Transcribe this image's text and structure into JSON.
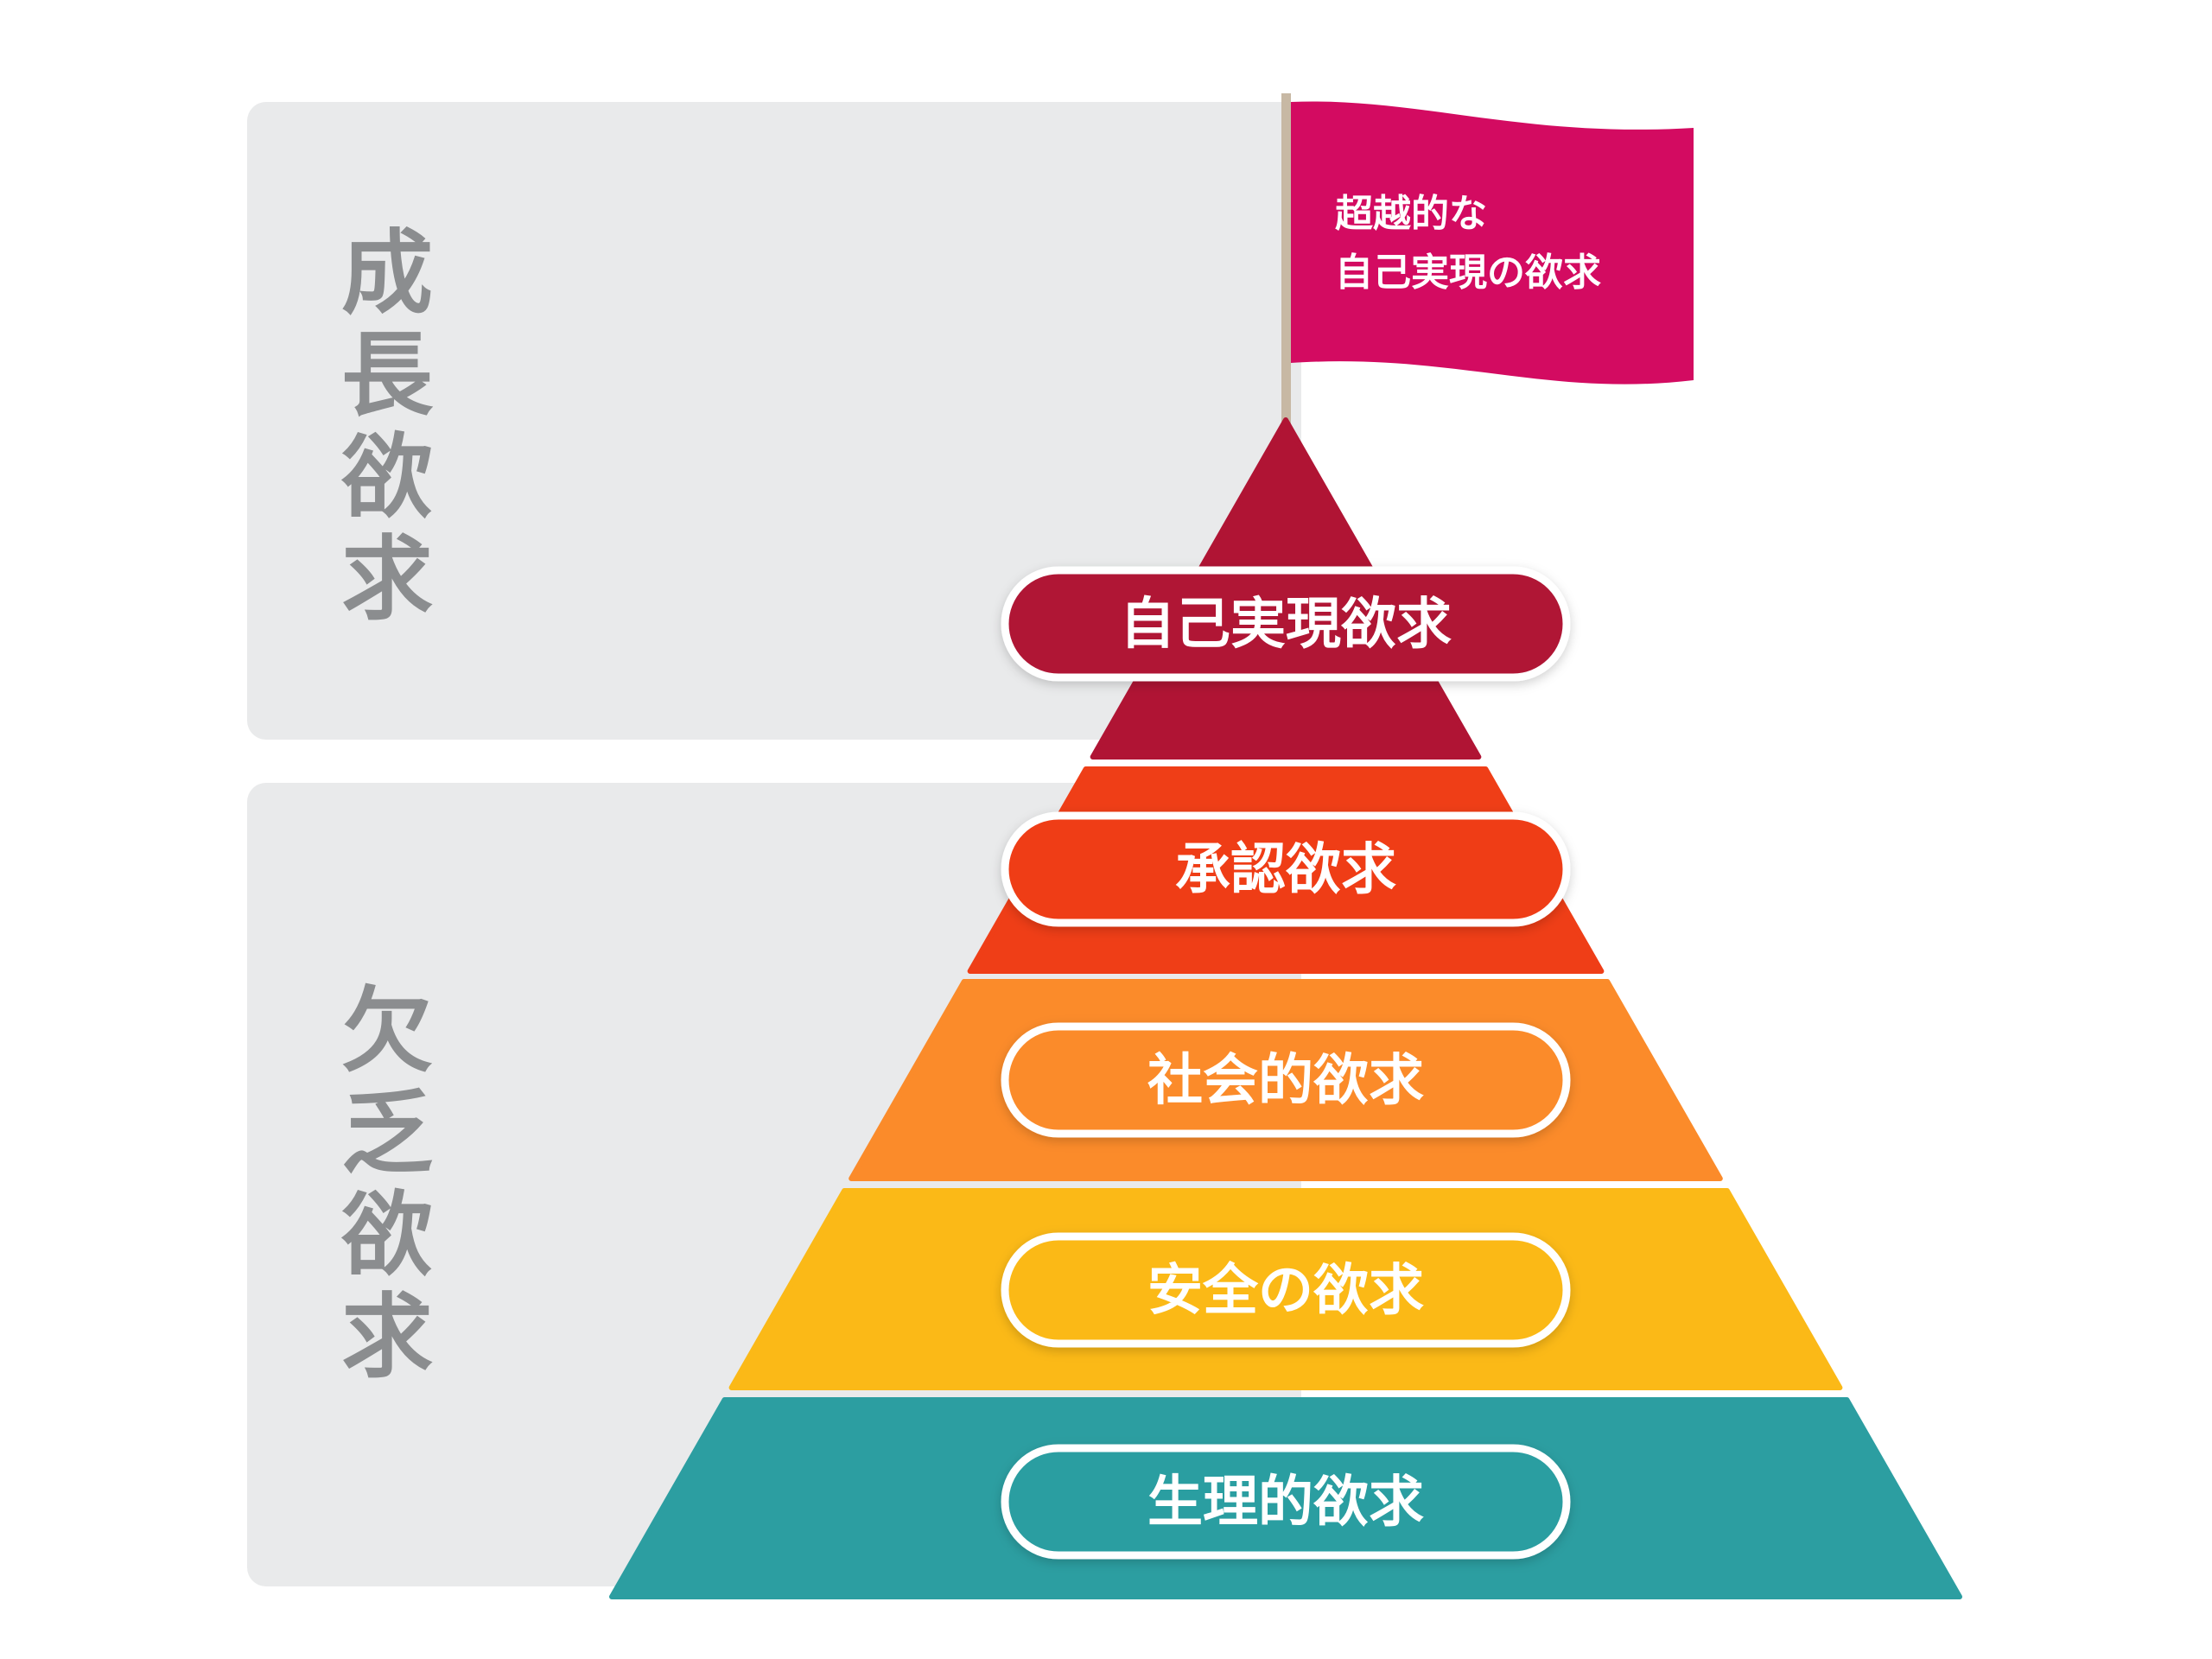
{
  "groups": {
    "growth": {
      "label": "成長欲求"
    },
    "deficiency": {
      "label": "欠乏欲求"
    }
  },
  "flag": {
    "lines": [
      "超越的な",
      "自己実現の欲求"
    ],
    "color": "#d30b61"
  },
  "levels": [
    {
      "label": "自己実現欲求",
      "color": "#b01434"
    },
    {
      "label": "承認欲求",
      "color": "#ef3e17"
    },
    {
      "label": "社会的欲求",
      "color": "#fb8b2a"
    },
    {
      "label": "安全の欲求",
      "color": "#fbb917"
    },
    {
      "label": "生理的欲求",
      "color": "#2c9ea1"
    }
  ]
}
